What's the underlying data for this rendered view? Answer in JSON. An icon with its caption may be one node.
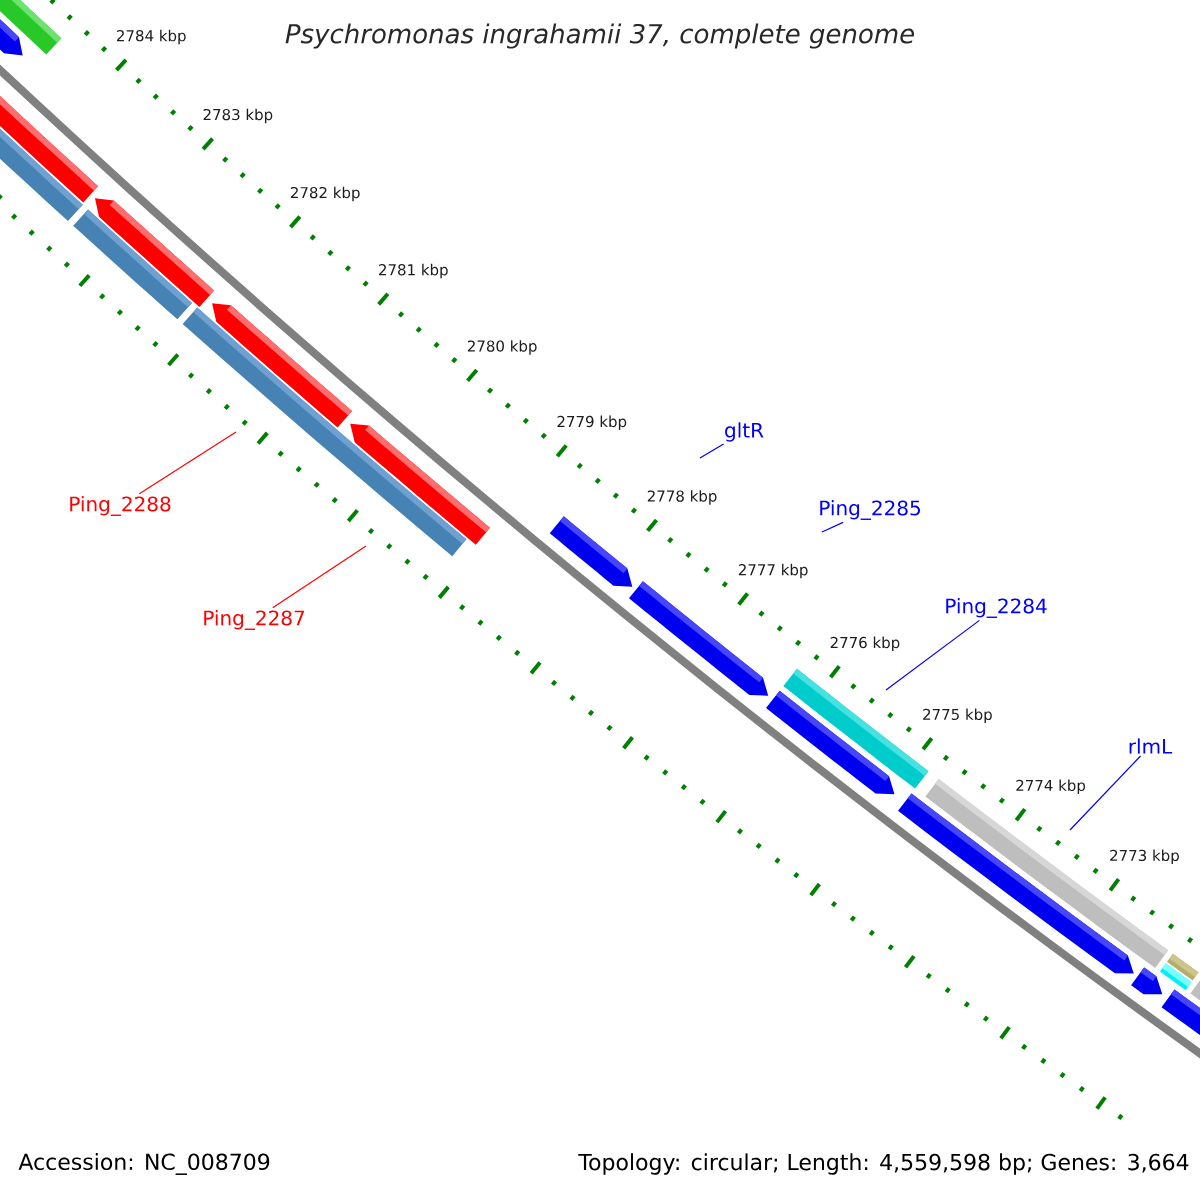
{
  "diagram": {
    "title": "Psychromonas ingrahamii 37, complete genome",
    "nodes": [
      {
        "text": [
          "gltR"
        ]
      },
      {
        "text": [
          "Ping_2288"
        ]
      },
      {
        "text": [
          "Ping_2285"
        ]
      },
      {
        "text": [
          "Ping_2284"
        ]
      },
      {
        "text": [
          "Ping_2287"
        ]
      },
      {
        "text": [
          "rlmL"
        ]
      }
    ],
    "edges": [
      {
        "from": 0,
        "to": null,
        "arrow": "none"
      },
      {
        "from": 1,
        "to": null,
        "arrow": "none",
        "color": "#ff0000"
      },
      {
        "from": 2,
        "to": null,
        "arrow": "none"
      },
      {
        "from": 3,
        "to": null,
        "arrow": "none"
      },
      {
        "from": 4,
        "to": null,
        "arrow": "none",
        "color": "#ff0000"
      },
      {
        "from": 5,
        "to": null,
        "arrow": "none"
      }
    ],
    "labels": [
      "2784 kbp",
      "2783 kbp",
      "2782 kbp",
      "2781 kbp",
      "2780 kbp",
      "2779 kbp",
      "2778 kbp",
      "2777 kbp",
      "2776 kbp",
      "2775 kbp",
      "2774 kbp",
      "2773 kbp",
      "Accession: NC_008709",
      "Topology: circular; Length: 4,559,598 bp; Genes: 3,664"
    ]
  }
}
